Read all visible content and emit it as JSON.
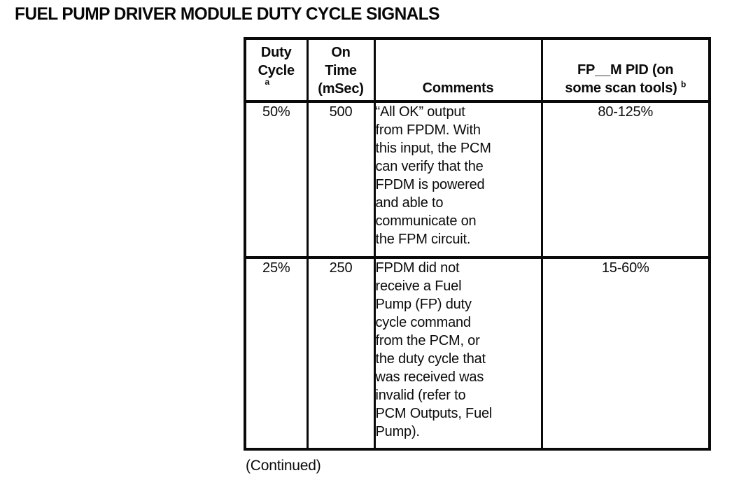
{
  "page": {
    "title": "FUEL PUMP DRIVER MODULE DUTY CYCLE SIGNALS",
    "continued_note": "(Continued)"
  },
  "table": {
    "columns": [
      {
        "lines": [
          "Duty",
          "Cycle"
        ],
        "footnote": "a"
      },
      {
        "lines": [
          "On",
          "Time",
          "(mSec)"
        ]
      },
      {
        "label": "Comments"
      },
      {
        "lines": [
          "FP__M PID (on",
          "some scan tools)"
        ],
        "footnote": "b"
      }
    ],
    "rows": [
      {
        "duty_cycle": "50%",
        "on_time": "500",
        "comments": "“All OK” output\nfrom FPDM. With\nthis input, the PCM\ncan verify that the\nFPDM is powered\nand able to\ncommunicate on\nthe FPM circuit.",
        "fp_m_pid": "80-125%"
      },
      {
        "duty_cycle": "25%",
        "on_time": "250",
        "comments": "FPDM did not\nreceive a Fuel\nPump (FP) duty\ncycle command\nfrom the PCM, or\nthe duty cycle that\nwas received was\ninvalid (refer to\nPCM Outputs, Fuel\nPump).",
        "fp_m_pid": "15-60%"
      }
    ]
  }
}
